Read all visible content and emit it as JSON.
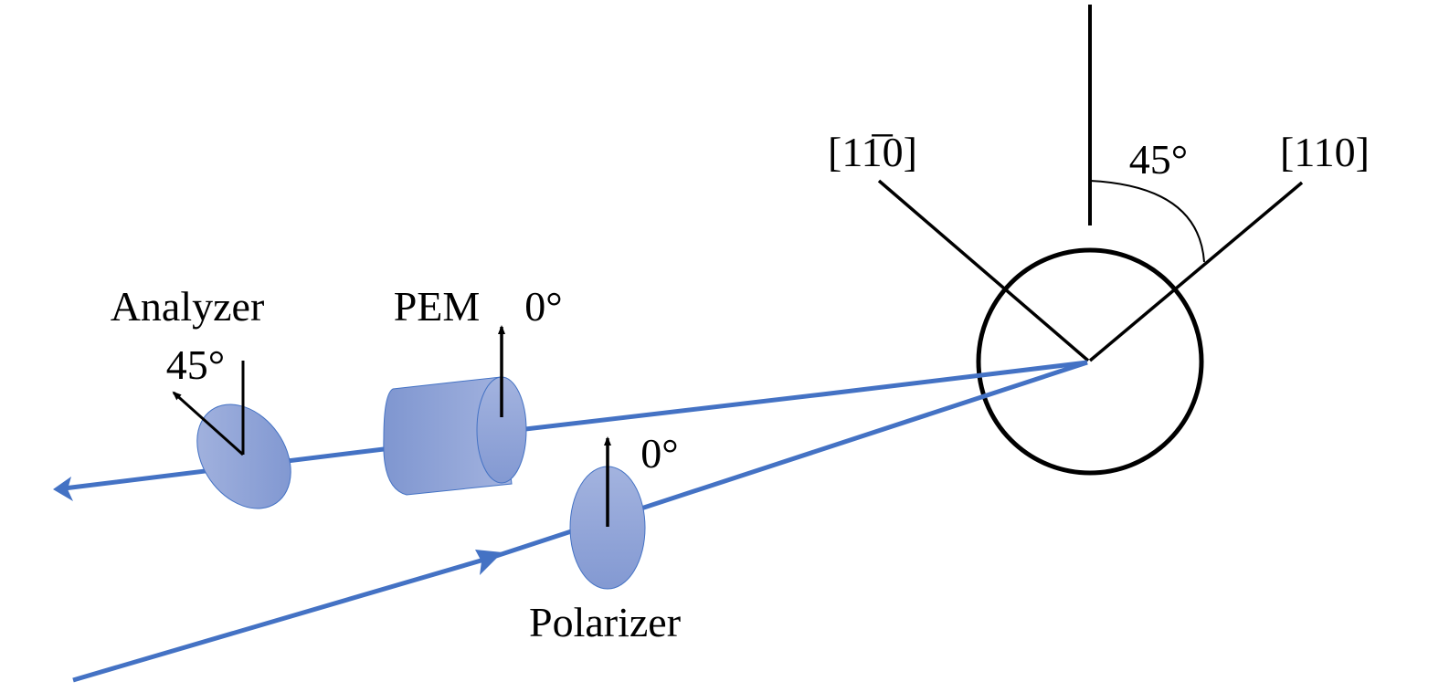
{
  "labels": {
    "axis_1m10": "[11̅0]",
    "axis_110": "[110]",
    "sample_angle": "45°",
    "analyzer": "Analyzer",
    "analyzer_angle": "45°",
    "pem": "PEM",
    "pem_angle": "0°",
    "polarizer": "Polarizer",
    "polarizer_angle": "0°"
  },
  "colors": {
    "beam": "#4472c4",
    "optic_fill": "#8da2d6",
    "line": "#000000"
  }
}
